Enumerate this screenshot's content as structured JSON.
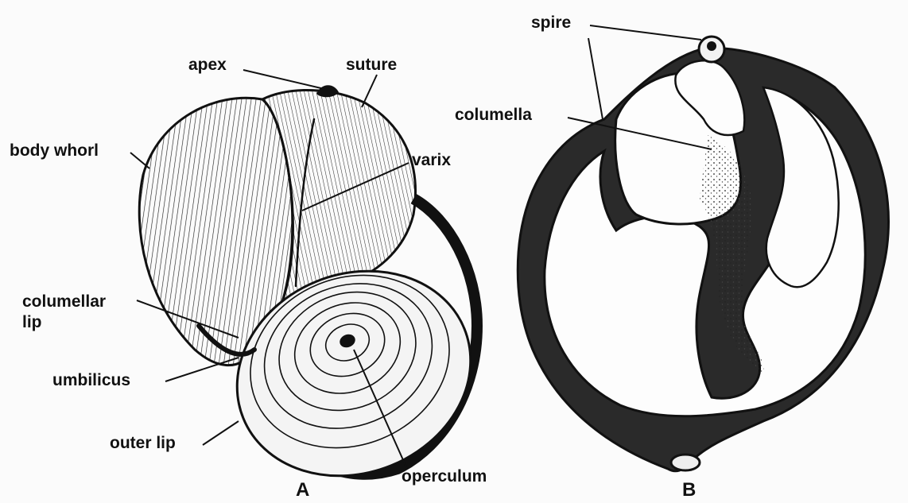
{
  "figure_a": {
    "letter": "A",
    "labels": {
      "apex": "apex",
      "suture": "suture",
      "body_whorl": "body whorl",
      "varix": "varix",
      "columellar_lip_1": "columellar",
      "columellar_lip_2": "lip",
      "umbilicus": "umbilicus",
      "outer_lip": "outer lip",
      "operculum": "operculum"
    }
  },
  "figure_b": {
    "letter": "B",
    "labels": {
      "spire": "spire",
      "columella": "columella"
    }
  },
  "colors": {
    "ink": "#111111",
    "background": "#fbfbfb"
  }
}
